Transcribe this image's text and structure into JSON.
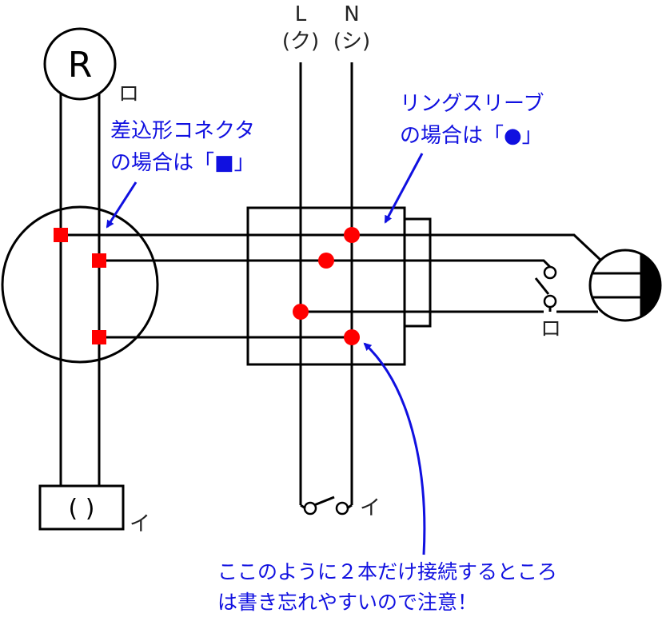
{
  "power_source": {
    "line_label": "L",
    "neutral_label": "N",
    "line_sub": "(ク)",
    "neutral_sub": "(シ)"
  },
  "lamp_r": {
    "symbol": "R",
    "switch_mark": "ロ"
  },
  "receptacle": {
    "symbol": "( )",
    "switch_mark": "イ"
  },
  "switch_bottom_mark": "イ",
  "switch_right_mark": "ロ",
  "callouts": {
    "connector_line1": "差込形コネクタ",
    "connector_line2": "の場合は「■」",
    "sleeve_line1": "リングスリーブ",
    "sleeve_line2": "の場合は「●」",
    "note_line1": "ここのように２本だけ接続するところ",
    "note_line2": "は書き忘れやすいので注意！"
  },
  "colors": {
    "wire": "#000000",
    "connection_mark": "#ff0000",
    "annotation": "#1010e0"
  },
  "icons": {
    "square_connector": "red-square-icon",
    "ring_sleeve": "red-dot-icon"
  }
}
